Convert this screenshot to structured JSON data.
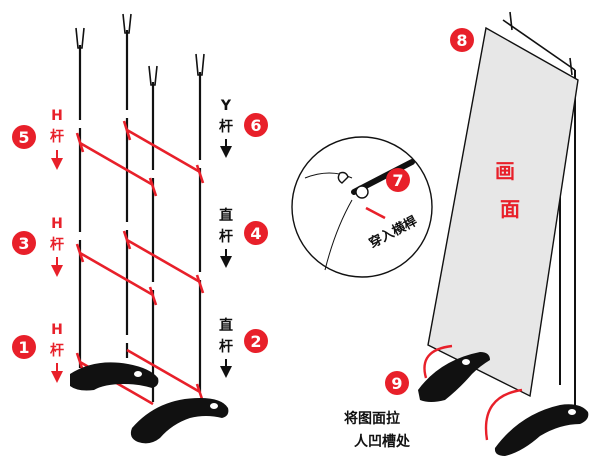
{
  "colors": {
    "accent": "#e8202a",
    "ink": "#111111",
    "panel": "#e7e7e7"
  },
  "steps": [
    {
      "num": "1",
      "text": "H杆"
    },
    {
      "num": "2",
      "text": "直杆"
    },
    {
      "num": "3",
      "text": "H杆"
    },
    {
      "num": "4",
      "text": "直杆"
    },
    {
      "num": "5",
      "text": "H杆"
    },
    {
      "num": "6",
      "text": "Y杆"
    },
    {
      "num": "7",
      "text": "穿入横桿"
    },
    {
      "num": "8",
      "text": ""
    },
    {
      "num": "9",
      "text": "将图面拉\n人凹槽处"
    }
  ],
  "labels": {
    "h_rod_1_top": "H",
    "h_rod_1_bot": "杆",
    "h_rod_3_top": "H",
    "h_rod_3_bot": "杆",
    "h_rod_5_top": "H",
    "h_rod_5_bot": "杆",
    "y_rod_top": "Y",
    "y_rod_bot": "杆",
    "straight_4_top": "直",
    "straight_4_bot": "杆",
    "straight_2_top": "直",
    "straight_2_bot": "杆",
    "insert_crossbar": "穿入横桿",
    "banner_line1": "画",
    "banner_line2": "面",
    "pull_line1": "将图面拉",
    "pull_line2": "人凹槽处"
  },
  "icons": {
    "arrow": "down-arrow-icon",
    "badge": "numbered-circle-icon"
  }
}
